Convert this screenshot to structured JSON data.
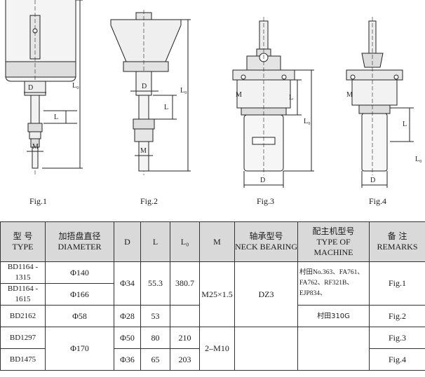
{
  "figures": {
    "fig1": {
      "label": "Fig.1",
      "dims": {
        "D": "D",
        "L": "L",
        "L0": "L₀",
        "M": "M"
      }
    },
    "fig2": {
      "label": "Fig.2",
      "dims": {
        "D": "D",
        "L": "L",
        "L0": "L₀",
        "M": "M"
      }
    },
    "fig3": {
      "label": "Fig.3",
      "dims": {
        "D": "D",
        "L": "L",
        "L0": "L₀",
        "M": "M"
      }
    },
    "fig4": {
      "label": "Fig.4",
      "dims": {
        "D": "D",
        "L": "L",
        "L0": "L₀",
        "M": "M"
      }
    }
  },
  "table": {
    "headers": {
      "type_cn": "型 号",
      "type_en": "TYPE",
      "diameter_cn": "加捂盘直径",
      "diameter_en": "DIAMETER",
      "d": "D",
      "l": "L",
      "l0": "L₀",
      "m": "M",
      "neck_cn": "轴承型号",
      "neck_en": "NECK BEARING",
      "machine_cn": "配主机型号",
      "machine_en": "TYPE OF MACHINE",
      "remarks_cn": "备 注",
      "remarks_en": "REMARKS"
    },
    "rows": {
      "r1": {
        "type": "BD1164 - 1315",
        "diameter": "Φ140"
      },
      "r2": {
        "type": "BD1164 - 1615",
        "diameter": "Φ166"
      },
      "r12": {
        "d": "Φ34",
        "l": "55.3",
        "l0": "380.7",
        "m": "M25×1.5",
        "neck": "DZ3",
        "machine": "村田No.363、FA761、FA762、RF321B、EJP834、",
        "remarks": "Fig.1"
      },
      "r3": {
        "type": "BD2162",
        "diameter": "Φ58",
        "d": "Φ28",
        "l": "53",
        "machine": "村田310G",
        "remarks": "Fig.2"
      },
      "r4": {
        "type": "BD1297",
        "d": "Φ50",
        "l": "80",
        "l0": "210",
        "remarks": "Fig.3"
      },
      "r5": {
        "type": "BD1475",
        "d": "Φ36",
        "l": "65",
        "l0": "203",
        "remarks": "Fig.4"
      },
      "r45": {
        "diameter": "Φ170",
        "m": "2–M10"
      }
    }
  }
}
